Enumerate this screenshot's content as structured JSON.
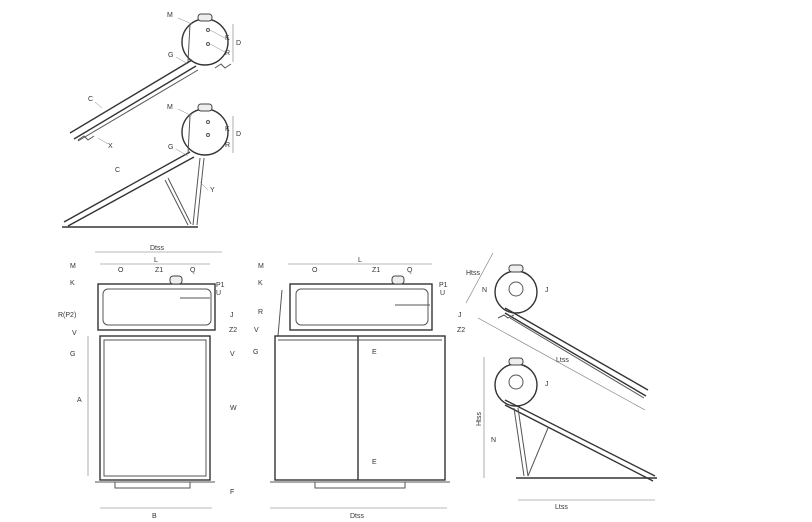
{
  "side_view_1": {
    "labels": {
      "M": "M",
      "K": "K",
      "D": "D",
      "G": "G",
      "R": "R",
      "C": "C",
      "X": "X"
    }
  },
  "side_view_2": {
    "labels": {
      "M": "M",
      "K": "K",
      "D": "D",
      "G": "G",
      "R": "R",
      "C": "C",
      "Y": "Y"
    }
  },
  "front_view_single": {
    "labels": {
      "Dtss": "Dtss",
      "L": "L",
      "M": "M",
      "K": "K",
      "O": "O",
      "Z1": "Z1",
      "Q": "Q",
      "P1": "P1",
      "U": "U",
      "R_P2": "R(P2)",
      "J": "J",
      "V_left": "V",
      "Z2": "Z2",
      "G": "G",
      "V_right": "V",
      "A": "A",
      "W": "W",
      "F": "F",
      "B": "B"
    }
  },
  "front_view_double": {
    "labels": {
      "L": "L",
      "M": "M",
      "K": "K",
      "O": "O",
      "Z1": "Z1",
      "Q": "Q",
      "P1": "P1",
      "U": "U",
      "R": "R",
      "V": "V",
      "J": "J",
      "Z2": "Z2",
      "G": "G",
      "E_top": "E",
      "E_bottom": "E",
      "Dtss": "Dtss"
    }
  },
  "side_view_3": {
    "labels": {
      "Htss": "Htss",
      "N": "N",
      "J": "J",
      "Ltss": "Ltss"
    }
  },
  "side_view_4": {
    "labels": {
      "Htss": "Htss",
      "N": "N",
      "J": "J",
      "Ltss": "Ltss"
    }
  }
}
